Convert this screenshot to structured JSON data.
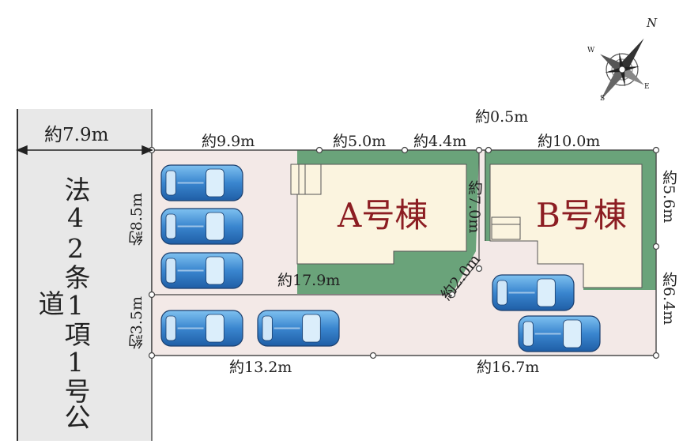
{
  "road": {
    "width_label": "約7.9m",
    "name": "法42条1項1号公道"
  },
  "buildings": [
    {
      "id": "A",
      "name": "A号棟"
    },
    {
      "id": "B",
      "name": "B号棟"
    }
  ],
  "dimensions": {
    "top_left": "約9.9m",
    "top_a_mid": "約5.0m",
    "top_a_right": "約4.4m",
    "gap": "約0.5m",
    "top_b": "約10.0m",
    "left_upper": "約8.5m",
    "left_lower": "約3.5m",
    "mid_horizontal": "約17.9m",
    "diagonal": "約2.0m",
    "center_vertical": "約7.0m",
    "right_upper": "約5.6m",
    "right_lower": "約6.4m",
    "bottom_left": "約13.2m",
    "bottom_right": "約16.7m"
  },
  "compass": {
    "n": "N",
    "s": "S",
    "e": "E",
    "w": "W"
  },
  "colors": {
    "road": "#e8e8e8",
    "lot": "#f3e9e7",
    "green": "#6aa37a",
    "building": "#fbf4df",
    "car": "#3f8ed6",
    "title_red": "#8c1d22"
  },
  "cars": [
    {
      "id": "car-1"
    },
    {
      "id": "car-2"
    },
    {
      "id": "car-3"
    },
    {
      "id": "car-4"
    },
    {
      "id": "car-5"
    },
    {
      "id": "car-6"
    },
    {
      "id": "car-7"
    }
  ]
}
